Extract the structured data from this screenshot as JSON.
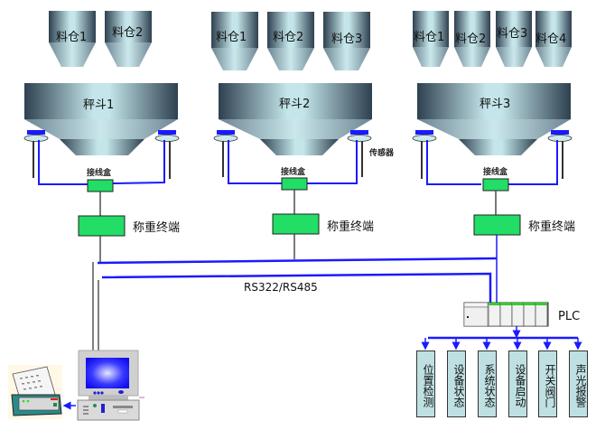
{
  "stations": [
    {
      "scale_label": "秤斗1",
      "silos": [
        "料仓1",
        "料仓2"
      ],
      "junction_label": "接线盒",
      "terminal_label": "称重终端"
    },
    {
      "scale_label": "秤斗2",
      "silos": [
        "料仓1",
        "料仓2",
        "料仓3"
      ],
      "junction_label": "接线盒",
      "terminal_label": "称重终端",
      "sensor_label": "传感器"
    },
    {
      "scale_label": "秤斗3",
      "silos": [
        "料仓1",
        "料仓2",
        "料仓3",
        "料仓4"
      ],
      "junction_label": "接线盒",
      "terminal_label": "称重终端"
    }
  ],
  "bus_label": "RS322/RS485",
  "plc_label": "PLC",
  "outputs": [
    "位置检测",
    "设备状态",
    "系统状态",
    "设备启动",
    "开关阀门",
    "声光报警"
  ],
  "icons": {
    "printer": "printer-icon",
    "computer": "computer-icon"
  },
  "colors": {
    "wire_blue": "#1a1aff",
    "device_green": "#22dd66",
    "output_box": "#bfe0e2",
    "hopper_dark": "#2e4050",
    "hopper_light": "#c4e6ea"
  }
}
